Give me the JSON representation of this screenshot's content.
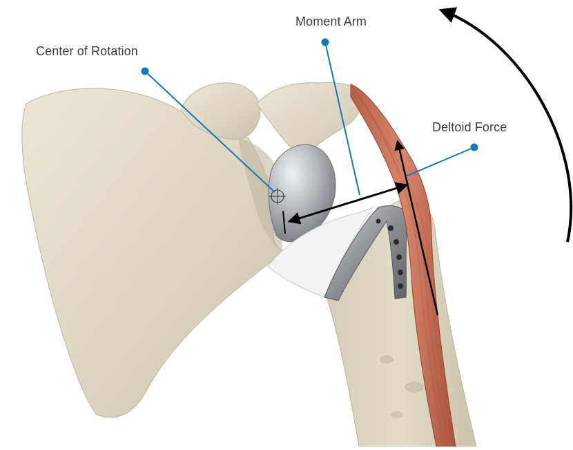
{
  "labels": {
    "center_of_rotation": "Center of Rotation",
    "moment_arm": "Moment Arm",
    "deltoid_force": "Deltoid Force"
  },
  "colors": {
    "background": "#ffffff",
    "bone": "#ddd6c3",
    "bone_shadow": "#bfb8a2",
    "implant_metal": "#9a9da1",
    "implant_white": "#f2f2f2",
    "muscle": "#c7735a",
    "leader_line": "#1477bd",
    "arrow": "#000000",
    "label_text": "#3c3c3c"
  }
}
